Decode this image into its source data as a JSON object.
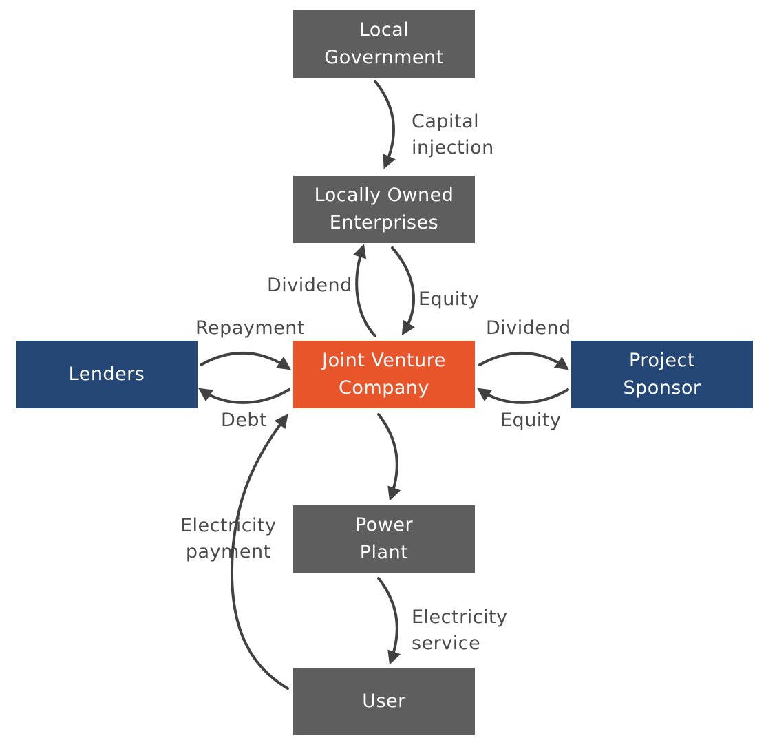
{
  "colors": {
    "gray_box": "#5e5e5e",
    "blue_box": "#244776",
    "orange_box": "#e9552b",
    "arrow": "#414141",
    "label_text": "#4a4a4a"
  },
  "nodes": {
    "local_government": {
      "line1": "Local",
      "line2": "Government"
    },
    "locally_owned_enterprises": {
      "line1": "Locally Owned",
      "line2": "Enterprises"
    },
    "joint_venture_company": {
      "line1": "Joint Venture",
      "line2": "Company"
    },
    "lenders": {
      "line1": "Lenders"
    },
    "project_sponsor": {
      "line1": "Project",
      "line2": "Sponsor"
    },
    "power_plant": {
      "line1": "Power",
      "line2": "Plant"
    },
    "user": {
      "line1": "User"
    }
  },
  "edges": {
    "capital_injection": {
      "line1": "Capital",
      "line2": "injection"
    },
    "dividend_to_enterprises": {
      "line1": "Dividend"
    },
    "equity_from_enterprises": {
      "line1": "Equity"
    },
    "repayment": {
      "line1": "Repayment"
    },
    "debt": {
      "line1": "Debt"
    },
    "dividend_to_sponsor": {
      "line1": "Dividend"
    },
    "equity_from_sponsor": {
      "line1": "Equity"
    },
    "electricity_payment": {
      "line1": "Electricity",
      "line2": "payment"
    },
    "electricity_service": {
      "line1": "Electricity",
      "line2": "service"
    }
  }
}
